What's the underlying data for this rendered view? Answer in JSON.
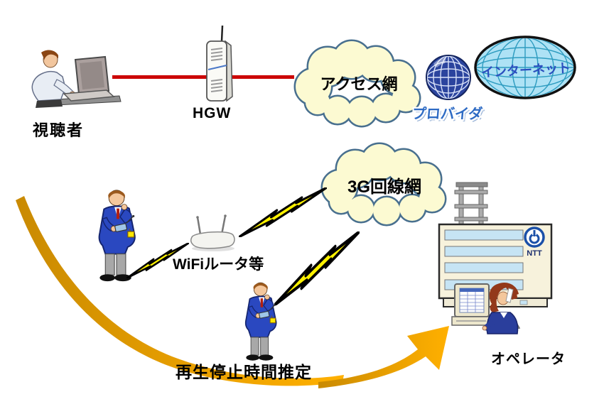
{
  "diagram": {
    "labels": {
      "viewer": "視聴者",
      "hgw": "HGW",
      "access_network": "アクセス網",
      "provider": "プロバイダ",
      "internet": "インターネット",
      "g3_network": "3G回線網",
      "wifi_router": "WiFiルータ等",
      "estimation": "再生停止時間推定",
      "operator": "オペレータ",
      "ntt": "NTT"
    },
    "icons": {
      "viewer": "person-at-laptop",
      "hgw": "home-gateway-router",
      "provider": "wireframe-globe",
      "internet": "globe-ellipse",
      "wifi_router": "wireless-router",
      "mobile_worker": "person-with-mobile-phone",
      "wireless_link": "lightning-bolt",
      "ntt_site": "office-building-with-antenna",
      "operator": "operator-with-phone-and-pc",
      "estimation_flow": "curved-gold-arrow"
    },
    "colors": {
      "link_red": "#CC0000",
      "cloud_fill": "#FCFAD2",
      "cloud_border": "#49708F",
      "bolt_yellow": "#FFF200",
      "arrow_gold": "#E9A000",
      "internet_fill": "#AEE2F5",
      "internet_text": "#2B4FBF",
      "provider_text": "#2E6BC4",
      "globe_blue": "#2B449E",
      "building_fill": "#F7F2DC",
      "window_blue": "#C6E4F4",
      "ntt_navy": "#1B50A8"
    }
  }
}
